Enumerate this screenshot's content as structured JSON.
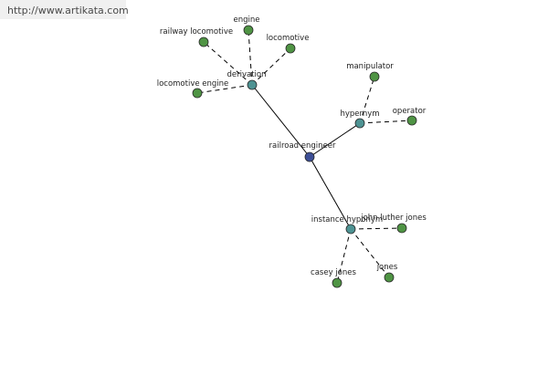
{
  "source_text": "http://www.artikata.com",
  "colors": {
    "root": "#3d4f96",
    "relation": "#4e9393",
    "term": "#4f9444"
  },
  "nodes": [
    {
      "id": "railroad-engineer",
      "label": "railroad engineer",
      "kind": "root"
    },
    {
      "id": "derivation",
      "label": "derivation",
      "kind": "relation"
    },
    {
      "id": "hypernym",
      "label": "hypernym",
      "kind": "relation"
    },
    {
      "id": "instance-hyponym",
      "label": "instance hyponym",
      "kind": "relation"
    },
    {
      "id": "railway-locomotive",
      "label": "railway locomotive",
      "kind": "term"
    },
    {
      "id": "engine",
      "label": "engine",
      "kind": "term"
    },
    {
      "id": "locomotive",
      "label": "locomotive",
      "kind": "term"
    },
    {
      "id": "locomotive-engine",
      "label": "locomotive engine",
      "kind": "term"
    },
    {
      "id": "manipulator",
      "label": "manipulator",
      "kind": "term"
    },
    {
      "id": "operator",
      "label": "operator",
      "kind": "term"
    },
    {
      "id": "john-luther-jones",
      "label": "john luther jones",
      "kind": "term"
    },
    {
      "id": "jones",
      "label": "jones",
      "kind": "term"
    },
    {
      "id": "casey-jones",
      "label": "casey jones",
      "kind": "term"
    }
  ],
  "edges": [
    {
      "from": "railroad-engineer",
      "to": "derivation",
      "style": "solid"
    },
    {
      "from": "railroad-engineer",
      "to": "hypernym",
      "style": "solid"
    },
    {
      "from": "railroad-engineer",
      "to": "instance-hyponym",
      "style": "solid"
    },
    {
      "from": "derivation",
      "to": "railway-locomotive",
      "style": "dashed"
    },
    {
      "from": "derivation",
      "to": "engine",
      "style": "dashed"
    },
    {
      "from": "derivation",
      "to": "locomotive",
      "style": "dashed"
    },
    {
      "from": "derivation",
      "to": "locomotive-engine",
      "style": "dashed"
    },
    {
      "from": "hypernym",
      "to": "manipulator",
      "style": "dashed"
    },
    {
      "from": "hypernym",
      "to": "operator",
      "style": "dashed"
    },
    {
      "from": "instance-hyponym",
      "to": "john-luther-jones",
      "style": "dashed"
    },
    {
      "from": "instance-hyponym",
      "to": "jones",
      "style": "dashed"
    },
    {
      "from": "instance-hyponym",
      "to": "casey-jones",
      "style": "dashed"
    }
  ]
}
